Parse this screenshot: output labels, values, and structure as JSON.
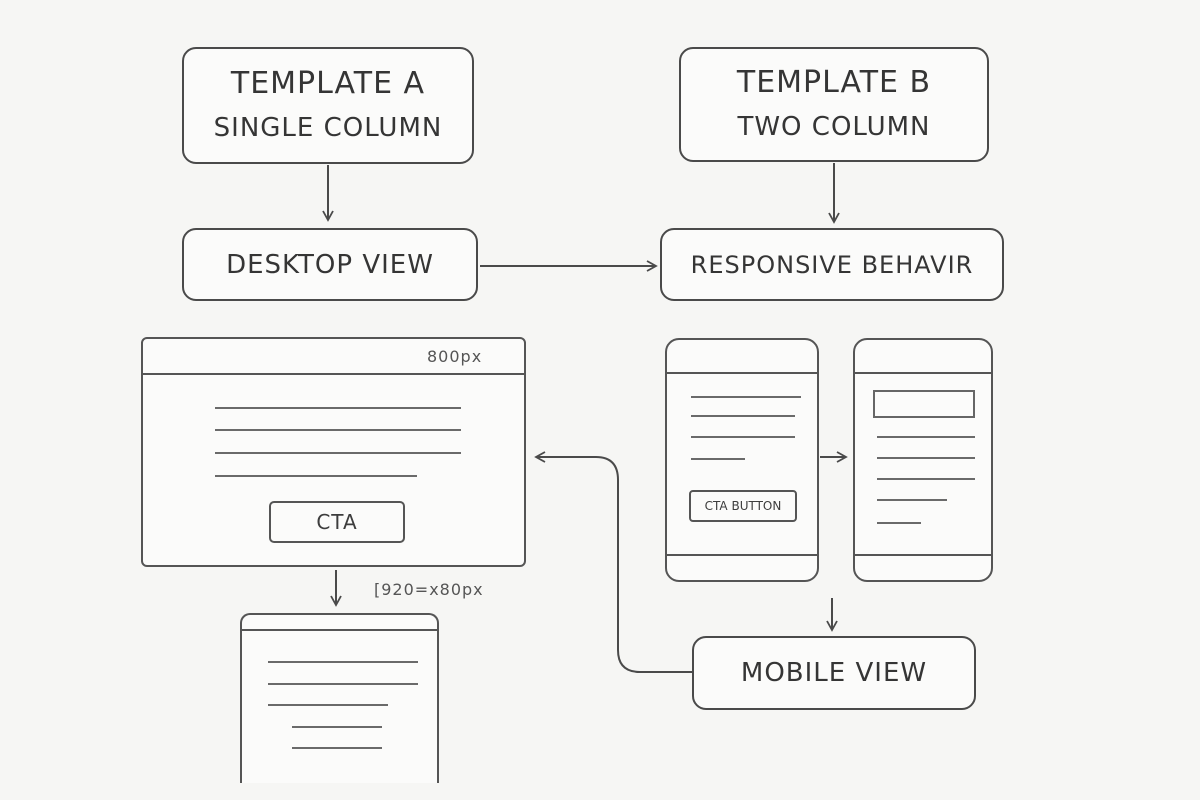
{
  "nodes": {
    "template_a": {
      "line1": "Template A",
      "line2": "Single Column"
    },
    "template_b": {
      "line1": "Template B",
      "line2": "Two Column"
    },
    "desktop_view": {
      "label": "Desktop View"
    },
    "responsive_behavior": {
      "label": "Responsive behavir"
    },
    "mobile_view": {
      "label": "Mobile View"
    }
  },
  "desktop_wireframe": {
    "width_label": "800px",
    "cta_label": "CTA",
    "size_label": "[920=x80px"
  },
  "mobile_wireframe": {
    "cta_label": "CTA Button"
  }
}
